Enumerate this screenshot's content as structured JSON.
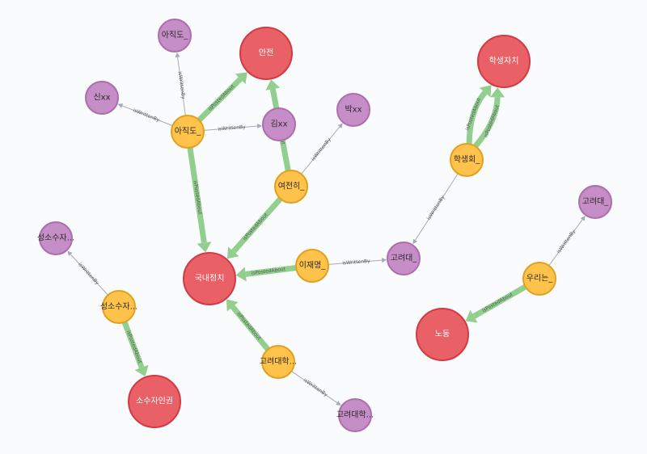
{
  "colors": {
    "topic_fill": "#e96066",
    "topic_stroke": "#d23b43",
    "post_fill": "#ffc24a",
    "post_stroke": "#e0a120",
    "author_fill": "#c68ec6",
    "author_stroke": "#ad6dae",
    "about_edge": "#92cf8e",
    "writer_edge": "#a5abb6",
    "background": "#f9fbfd"
  },
  "nodes": [
    {
      "id": "t_safety",
      "kind": "topic",
      "label": "안전"
    },
    {
      "id": "t_student",
      "kind": "topic",
      "label": "학생자치"
    },
    {
      "id": "t_domestic",
      "kind": "topic",
      "label": "국내정치"
    },
    {
      "id": "t_labor",
      "kind": "topic",
      "label": "노동"
    },
    {
      "id": "t_minority",
      "kind": "topic",
      "label": "소수자인권"
    },
    {
      "id": "p_ajikdo",
      "kind": "post",
      "label": "아직도_"
    },
    {
      "id": "p_yeojeon",
      "kind": "post",
      "label": "여전히_"
    },
    {
      "id": "p_haksaeng",
      "kind": "post",
      "label": "학생회_"
    },
    {
      "id": "p_ijae",
      "kind": "post",
      "label": "이재명_"
    },
    {
      "id": "p_uri",
      "kind": "post",
      "label": "우리는_"
    },
    {
      "id": "p_sungsosu",
      "kind": "post",
      "label": "성소수자..."
    },
    {
      "id": "p_korea",
      "kind": "post",
      "label": "고려대학..."
    },
    {
      "id": "a_ajikdo",
      "kind": "author",
      "label": "아직도_"
    },
    {
      "id": "a_sin",
      "kind": "author",
      "label": "신xx"
    },
    {
      "id": "a_kim",
      "kind": "author",
      "label": "김xx"
    },
    {
      "id": "a_park",
      "kind": "author",
      "label": "박xx"
    },
    {
      "id": "a_korea1",
      "kind": "author",
      "label": "고려대_"
    },
    {
      "id": "a_korea2",
      "kind": "author",
      "label": "고려대_"
    },
    {
      "id": "a_sungsosu",
      "kind": "author",
      "label": "성소수자..."
    },
    {
      "id": "a_korea3",
      "kind": "author",
      "label": "고려대학..."
    }
  ],
  "edges": [
    {
      "from": "p_ajikdo",
      "to": "t_safety",
      "kind": "about",
      "label": "isPostedAbout"
    },
    {
      "from": "p_ajikdo",
      "to": "t_domestic",
      "kind": "about",
      "label": "isPostedAbout"
    },
    {
      "from": "p_ajikdo",
      "to": "a_ajikdo",
      "kind": "writer",
      "label": "isWrittenBy"
    },
    {
      "from": "p_ajikdo",
      "to": "a_sin",
      "kind": "writer",
      "label": "isWrittenBy"
    },
    {
      "from": "p_ajikdo",
      "to": "a_kim",
      "kind": "writer",
      "label": "isWrittenBy"
    },
    {
      "from": "p_yeojeon",
      "to": "t_safety",
      "kind": "about",
      "label": "isPostedAbout"
    },
    {
      "from": "p_yeojeon",
      "to": "t_domestic",
      "kind": "about",
      "label": "isPostedAbout"
    },
    {
      "from": "p_yeojeon",
      "to": "a_park",
      "kind": "writer",
      "label": "isWrittenBy"
    },
    {
      "from": "p_haksaeng",
      "to": "t_student",
      "kind": "about",
      "label": "isPostedAbout",
      "bend": 14
    },
    {
      "from": "p_haksaeng",
      "to": "t_student",
      "kind": "about",
      "label": "isPostedAbout",
      "bend": -14
    },
    {
      "from": "p_haksaeng",
      "to": "a_korea1",
      "kind": "writer",
      "label": "isWrittenBy"
    },
    {
      "from": "p_ijae",
      "to": "t_domestic",
      "kind": "about",
      "label": "isPostedAbout"
    },
    {
      "from": "p_ijae",
      "to": "a_korea1",
      "kind": "writer",
      "label": "isWrittenBy"
    },
    {
      "from": "p_uri",
      "to": "t_labor",
      "kind": "about",
      "label": "isPostedAbout"
    },
    {
      "from": "p_uri",
      "to": "a_korea2",
      "kind": "writer",
      "label": "isWrittenBy"
    },
    {
      "from": "p_sungsosu",
      "to": "t_minority",
      "kind": "about",
      "label": "isPostedAbout"
    },
    {
      "from": "p_sungsosu",
      "to": "a_sungsosu",
      "kind": "writer",
      "label": "isWrittenBy"
    },
    {
      "from": "p_korea",
      "to": "t_domestic",
      "kind": "about",
      "label": "isPostedAbout"
    },
    {
      "from": "p_korea",
      "to": "a_korea3",
      "kind": "writer",
      "label": "isWrittenBy"
    }
  ]
}
